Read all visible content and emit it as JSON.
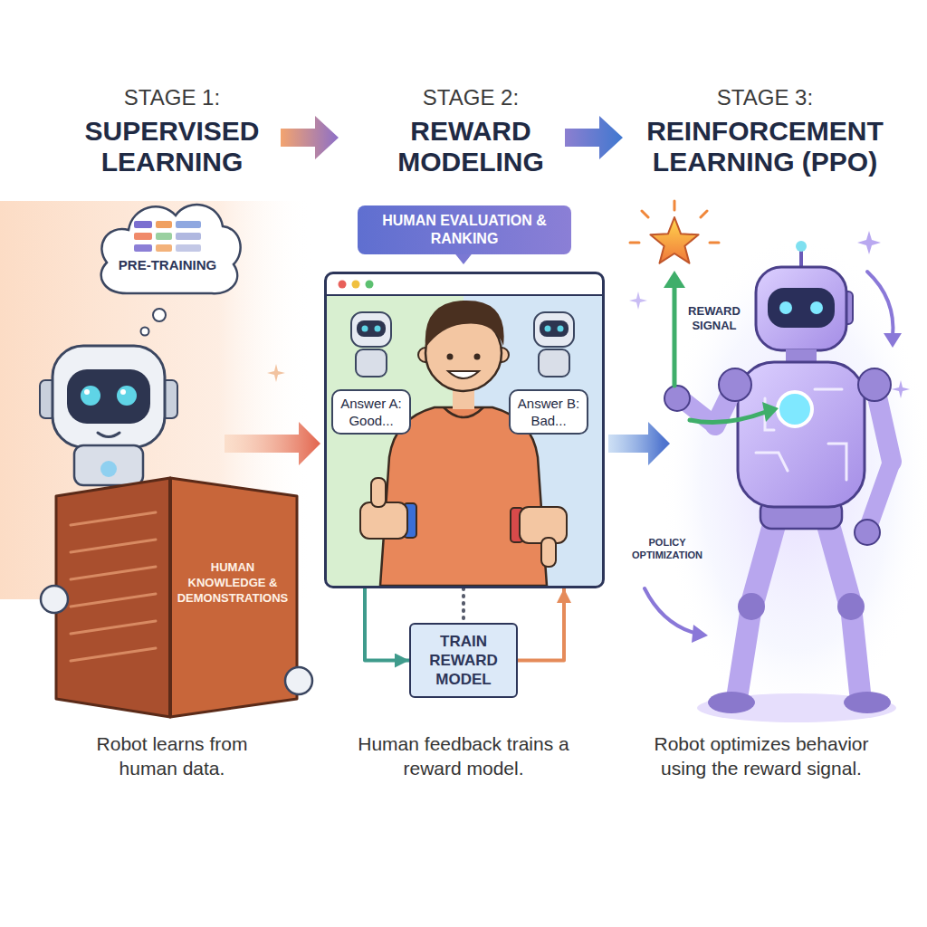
{
  "diagram": {
    "nodes": [
      {
        "text": [
          "PRE-TRAINING"
        ]
      },
      {
        "text": [
          "HUMAN KNOWLEDGE & DEMONSTRATIONS"
        ]
      },
      {
        "text": [
          "HUMAN EVALUATION & RANKING"
        ]
      },
      {
        "text": [
          "Answer A: Good..."
        ],
        "in": 2
      },
      {
        "text": [
          "Answer B: Bad..."
        ],
        "in": 2
      },
      {
        "text": [
          "TRAIN REWARD MODEL"
        ]
      }
    ],
    "edges": [
      {
        "from": 2,
        "to": 5,
        "arrow": "to"
      },
      {
        "from": 5,
        "to": 2,
        "arrow": "to"
      },
      {
        "from": 2,
        "to": 5,
        "arrow": "none"
      }
    ],
    "labels": [
      "STAGE 1:",
      "SUPERVISED LEARNING",
      "STAGE 2:",
      "REWARD MODELING",
      "STAGE 3:",
      "REINFORCEMENT LEARNING (PPO)",
      "REWARD SIGNAL",
      "POLICY OPTIMIZATION",
      "Robot learns from human data.",
      "Human feedback trains a reward model.",
      "Robot optimizes behavior using the reward signal."
    ]
  }
}
